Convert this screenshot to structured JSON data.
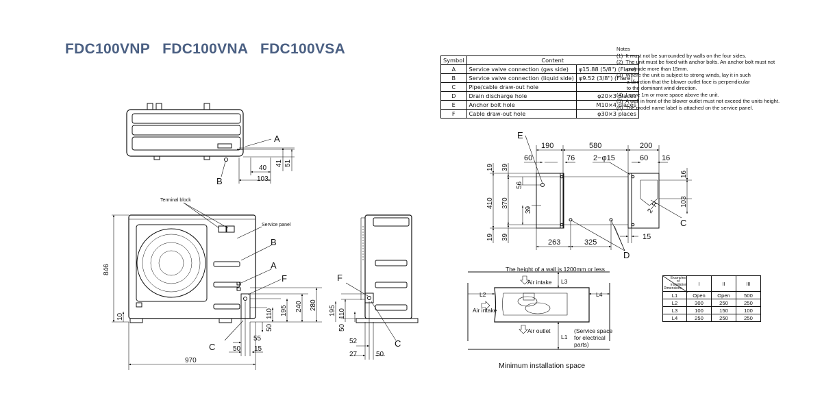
{
  "title": "FDC100VNP   FDC100VNA   FDC100VSA",
  "symbol_table": {
    "headers": [
      "Symbol",
      "Content"
    ],
    "rows": [
      [
        "A",
        "Service valve connection (gas side)",
        "φ15.88 (5/8\") (Flare)"
      ],
      [
        "B",
        "Service valve connection (liquid side)",
        "φ9.52 (3/8\") (Flare)"
      ],
      [
        "C",
        "Pipe/cable draw-out hole",
        ""
      ],
      [
        "D",
        "Drain discharge hole",
        "φ20×3 places"
      ],
      [
        "E",
        "Anchor bolt hole",
        "M10×4 places"
      ],
      [
        "F",
        "Cable draw-out hole",
        "φ30×3 places"
      ]
    ]
  },
  "notes": {
    "heading": "Notes",
    "lines": [
      "(1)  It must not be surrounded by walls on the four sides.",
      "(2)  The unit must be fixed with anchor bolts. An anchor bolt must not",
      "       protrude more than 15mm.",
      "(3)  Where the unit is subject to strong winds, lay it in such",
      "       a direction that the blower outlet face is perpendicular",
      "       to the dominant wind direction.",
      "(4)  Leave 1m or more space above the unit.",
      "(5)  A wall in front of the blower outlet must not exceed the units height.",
      "(6)  The model name label is attached on the service panel."
    ]
  },
  "labels": {
    "terminal_block": "Terminal block",
    "service_panel": "Service panel",
    "wall_height": "The height of a wall is 1200mm or less",
    "air_intake_top": "Air intake",
    "air_intake_left": "Air intake",
    "air_outlet": "Air outlet",
    "service_space_1": "(Service space",
    "service_space_2": "for electrical",
    "service_space_3": "parts)",
    "min_space": "Minimum installation space",
    "l1": "L1",
    "l2": "L2",
    "l3": "L3",
    "l4": "L4"
  },
  "letters": {
    "a": "A",
    "b": "B",
    "c": "C",
    "d": "D",
    "e": "E",
    "f": "F"
  },
  "dims": {
    "top_40": "40",
    "top_41": "41",
    "top_51": "51",
    "top_103": "103",
    "front_846": "846",
    "front_10": "10",
    "front_970": "970",
    "front_280": "280",
    "front_240": "240",
    "front_195": "195",
    "front_110": "110",
    "front_50v": "50",
    "front_55": "55",
    "front_50": "50",
    "front_15": "15",
    "side_195": "195",
    "side_110": "110",
    "side_50v": "50",
    "side_52": "52",
    "side_27": "27",
    "side_50": "50",
    "base_190": "190",
    "base_580": "580",
    "base_200": "200",
    "base_60a": "60",
    "base_76": "76",
    "base_2phi15": "2−φ15",
    "base_60b": "60",
    "base_16a": "16",
    "base_16b": "16",
    "base_19a": "19",
    "base_39a": "39",
    "base_56": "56",
    "base_410": "410",
    "base_370": "370",
    "base_39b": "39",
    "base_19b": "19",
    "base_39c": "39",
    "base_103": "103",
    "base_2r": "2−R",
    "base_263": "263",
    "base_325": "325",
    "base_15": "15"
  },
  "clearance_table": {
    "corner_top": "Examples of installation",
    "corner_bottom": "Dimensions",
    "cols": [
      "I",
      "II",
      "III"
    ],
    "rows": [
      [
        "L1",
        "Open",
        "Open",
        "500"
      ],
      [
        "L2",
        "300",
        "250",
        "250"
      ],
      [
        "L3",
        "100",
        "150",
        "100"
      ],
      [
        "L4",
        "250",
        "250",
        "250"
      ]
    ]
  }
}
